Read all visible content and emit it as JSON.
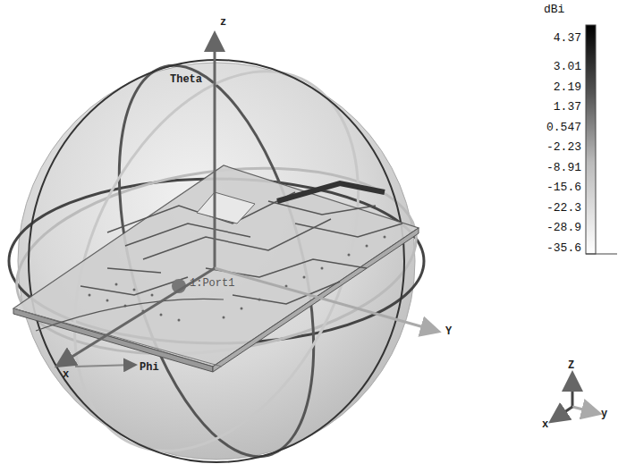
{
  "diagram": {
    "labels": [
      "dBi",
      "4.37",
      "3.01",
      "2.19",
      "1.37",
      "0.547",
      "-2.23",
      "-8.91",
      "-15.6",
      "-22.3",
      "-28.9",
      "-35.6",
      "z",
      "Theta",
      "1:Port1",
      "Y",
      "x",
      "Phi",
      "Z",
      "x",
      "y"
    ]
  }
}
